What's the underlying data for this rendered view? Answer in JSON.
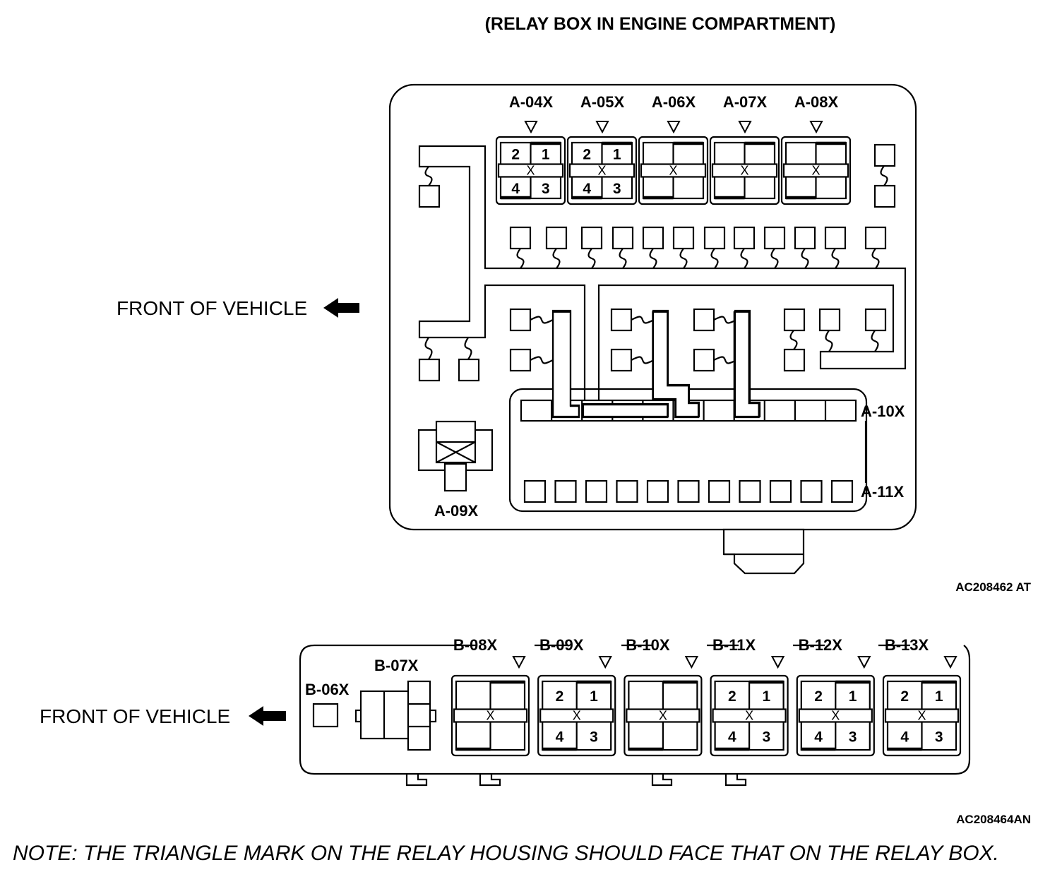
{
  "title": "(RELAY BOX IN ENGINE COMPARTMENT)",
  "front_label": "FRONT OF VEHICLE",
  "arrow_icon": "left-arrow-icon",
  "triangle_icon": "triangle-mark-icon",
  "relay_box_a": {
    "relays": [
      {
        "id": "A-04X",
        "pins": [
          "2",
          "1",
          "4",
          "3"
        ]
      },
      {
        "id": "A-05X",
        "pins": [
          "2",
          "1",
          "4",
          "3"
        ]
      },
      {
        "id": "A-06X",
        "pins": [
          "",
          "",
          "",
          ""
        ]
      },
      {
        "id": "A-07X",
        "pins": [
          "",
          "",
          "",
          ""
        ]
      },
      {
        "id": "A-08X",
        "pins": [
          "",
          "",
          "",
          ""
        ]
      }
    ],
    "relay_x_mark": "X",
    "a09": "A-09X",
    "a10": "A-10X",
    "a11": "A-11X",
    "code": "AC208462 AT"
  },
  "relay_box_b": {
    "b06": "B-06X",
    "b07": "B-07X",
    "relays": [
      {
        "id": "B-08X",
        "pins": [
          "",
          "",
          "",
          ""
        ]
      },
      {
        "id": "B-09X",
        "pins": [
          "2",
          "1",
          "4",
          "3"
        ]
      },
      {
        "id": "B-10X",
        "pins": [
          "",
          "",
          "",
          ""
        ]
      },
      {
        "id": "B-11X",
        "pins": [
          "2",
          "1",
          "4",
          "3"
        ]
      },
      {
        "id": "B-12X",
        "pins": [
          "2",
          "1",
          "4",
          "3"
        ]
      },
      {
        "id": "B-13X",
        "pins": [
          "2",
          "1",
          "4",
          "3"
        ]
      }
    ],
    "relay_x_mark": "X",
    "code": "AC208464AN"
  },
  "note": "NOTE: THE TRIANGLE MARK ON THE RELAY HOUSING SHOULD FACE THAT ON THE RELAY BOX."
}
